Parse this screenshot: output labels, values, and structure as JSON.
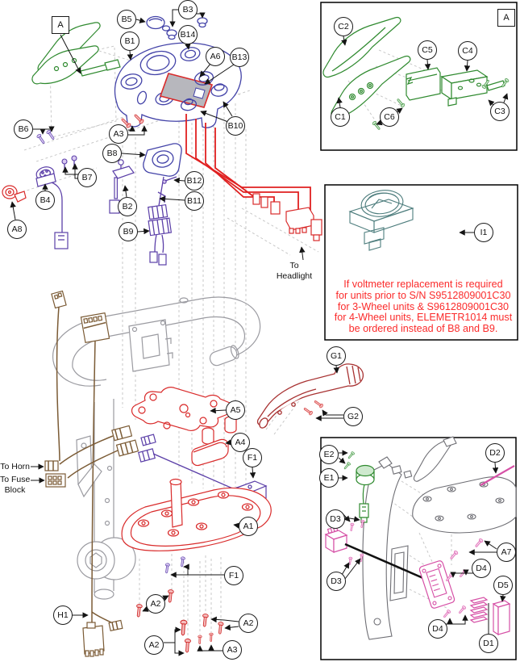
{
  "figure": {
    "type": "exploded-parts-diagram",
    "background": "#ffffff"
  },
  "callouts": {
    "A": "A",
    "A1": "A1",
    "A2": "A2",
    "A3": "A3",
    "A4": "A4",
    "A5": "A5",
    "A6": "A6",
    "A7": "A7",
    "A8": "A8",
    "B1": "B1",
    "B2": "B2",
    "B3": "B3",
    "B4": "B4",
    "B5": "B5",
    "B6": "B6",
    "B7": "B7",
    "B8": "B8",
    "B9": "B9",
    "B10": "B10",
    "B11": "B11",
    "B12": "B12",
    "B13": "B13",
    "B14": "B14",
    "C1": "C1",
    "C2": "C2",
    "C3": "C3",
    "C4": "C4",
    "C5": "C5",
    "C6": "C6",
    "D1": "D1",
    "D2": "D2",
    "D3": "D3",
    "D4": "D4",
    "D5": "D5",
    "E1": "E1",
    "E2": "E2",
    "F1": "F1",
    "G1": "G1",
    "G2": "G2",
    "H1": "H1",
    "I1": "I1"
  },
  "annotations": {
    "to_headlight_line1": "To",
    "to_headlight_line2": "Headlight",
    "to_horn": "To Horn",
    "to_fuse_line1": "To Fuse",
    "to_fuse_line2": "Block"
  },
  "warning_note": {
    "lines": [
      "If voltmeter replacement is required",
      "for units prior to S/N S9512809001C30",
      "for 3-Wheel units & S9612809001C30",
      "for 4-Wheel units, ELEMETR1014 must",
      "be ordered instead of B8 and B9."
    ]
  },
  "colors": {
    "warning_text": "#fb2b2b",
    "console_blue": "#4343a8",
    "part_green": "#2f8a2f",
    "part_purple": "#5b3fa8",
    "part_red": "#d92b2b",
    "part_dark_red": "#a83232",
    "part_pink": "#d650a6",
    "wire_red": "#e02020",
    "wire_brown": "#7b5b35",
    "line_gray": "#9b9ba1",
    "meter_teal": "#4d7d7d"
  }
}
